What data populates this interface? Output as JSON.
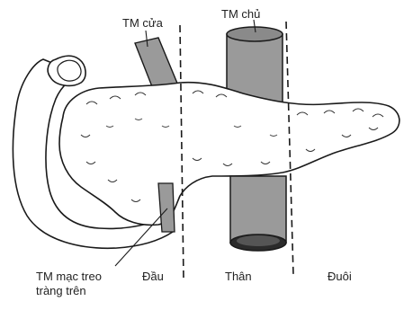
{
  "labels": {
    "portal_vein": "TM cửa",
    "main_vein": "TM chủ",
    "smv_line1": "TM mạc treo",
    "smv_line2": "tràng trên",
    "head": "Đầu",
    "body": "Thân",
    "tail": "Đuôi"
  },
  "colors": {
    "line": "#1a1a1a",
    "vessel_fill": "#9a9a9a",
    "vessel_dark": "#2b2b2b",
    "background": "#ffffff"
  }
}
